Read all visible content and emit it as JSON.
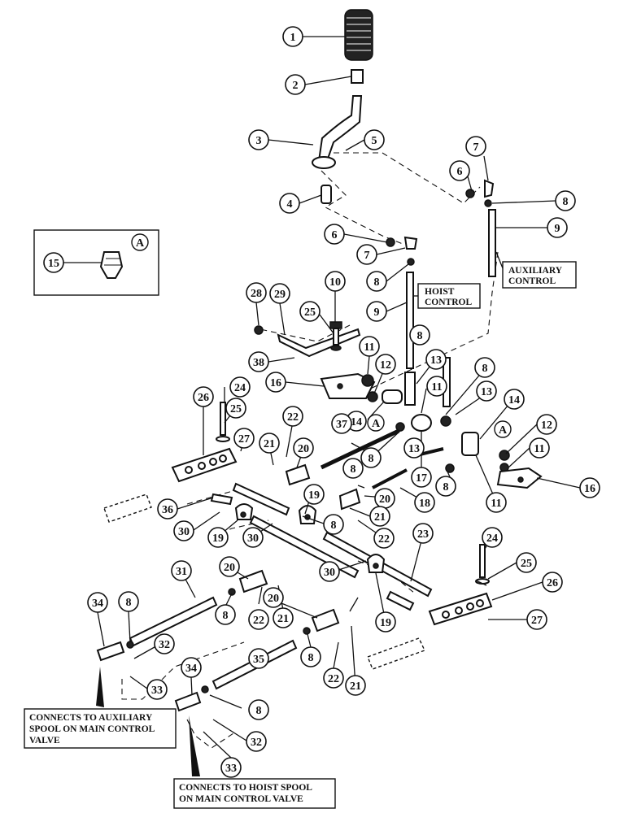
{
  "callouts": {
    "c1": "1",
    "c2": "2",
    "c3": "3",
    "c4": "4",
    "c5": "5",
    "c6a": "6",
    "c6b": "6",
    "c7a": "7",
    "c7b": "7",
    "c8a": "8",
    "c8b": "8",
    "c8c": "8",
    "c8d": "8",
    "c8e": "8",
    "c8f": "8",
    "c8g": "8",
    "c8h": "8",
    "c8i": "8",
    "c8j": "8",
    "c9a": "9",
    "c9b": "9",
    "c10": "10",
    "c11a": "11",
    "c11b": "11",
    "c11c": "11",
    "c11d": "11",
    "c12a": "12",
    "c12b": "12",
    "c13a": "13",
    "c13b": "13",
    "c13c": "13",
    "c14a": "14",
    "c14b": "14",
    "c15": "15",
    "c16a": "16",
    "c16b": "16",
    "c17": "17",
    "c18": "18",
    "c19a": "19",
    "c19b": "19",
    "c19c": "19",
    "c20a": "20",
    "c20b": "20",
    "c20c": "20",
    "c20d": "20",
    "c21a": "21",
    "c21b": "21",
    "c21c": "21",
    "c21d": "21",
    "c22a": "22",
    "c22b": "22",
    "c22c": "22",
    "c22d": "22",
    "c23": "23",
    "c24a": "24",
    "c24b": "24",
    "c25a": "25",
    "c25b": "25",
    "c25c": "25",
    "c26a": "26",
    "c26b": "26",
    "c27a": "27",
    "c27b": "27",
    "c28": "28",
    "c29": "29",
    "c30a": "30",
    "c30b": "30",
    "c30c": "30",
    "c31": "31",
    "c32a": "32",
    "c32b": "32",
    "c33a": "33",
    "c33b": "33",
    "c34a": "34",
    "c34b": "34",
    "c35": "35",
    "c36": "36",
    "c37": "37",
    "c38": "38"
  },
  "detail_markers": {
    "inset": "A",
    "ref1": "A",
    "ref2": "A"
  },
  "labels": {
    "hoist_control_1": "HOIST",
    "hoist_control_2": "CONTROL",
    "auxiliary_control_1": "AUXILIARY",
    "auxiliary_control_2": "CONTROL",
    "aux_note_1": "CONNECTS TO AUXILIARY",
    "aux_note_2": "SPOOL ON MAIN CONTROL",
    "aux_note_3": "VALVE",
    "hoist_note_1": "CONNECTS TO HOIST SPOOL",
    "hoist_note_2": "ON MAIN CONTROL VALVE"
  }
}
